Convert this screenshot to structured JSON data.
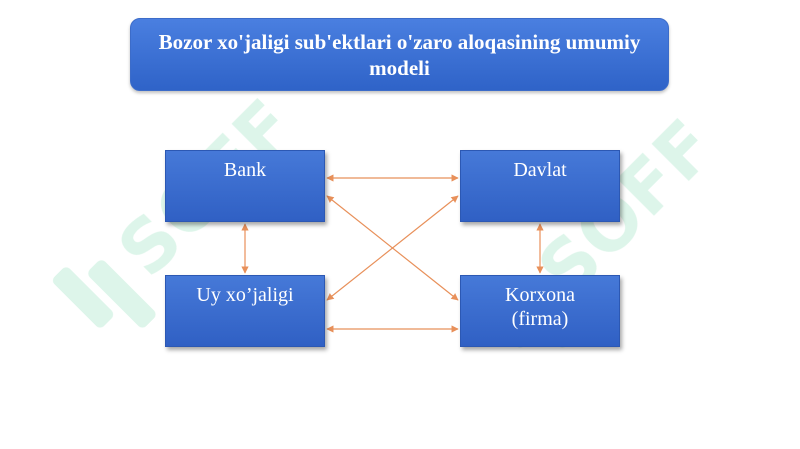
{
  "title": "Bozor xo'jaligi sub'ektlari o'zaro aloqasining umumiy modeli",
  "nodes": {
    "bank": "Bank",
    "davlat": "Davlat",
    "uy": "Uy xo’jaligi",
    "korxona": "Korxona (firma)"
  },
  "watermark_text": "SOFF",
  "colors": {
    "box": "#3a6cd0",
    "arrow": "#e8905a",
    "watermark": "#a8e6c8"
  }
}
